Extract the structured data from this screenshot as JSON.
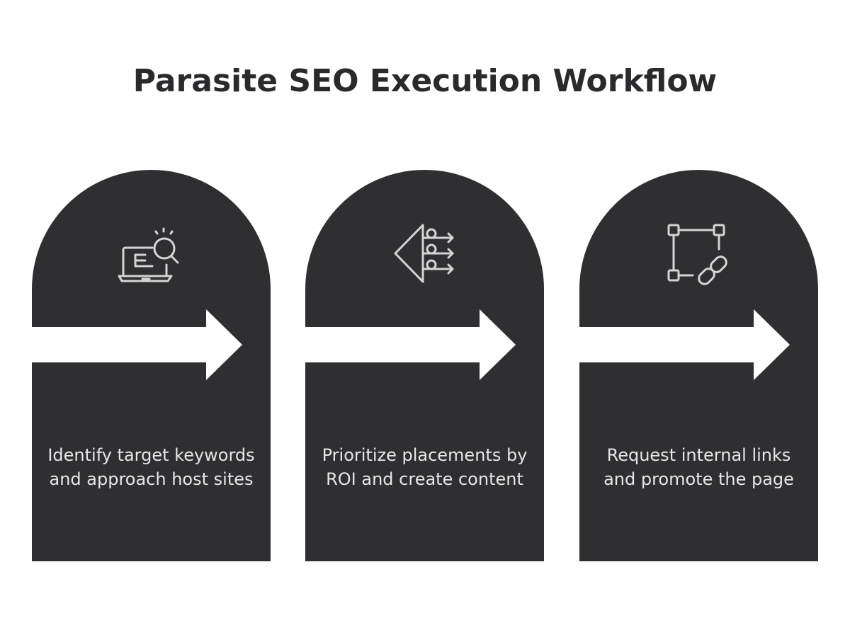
{
  "title": "Parasite SEO Execution Workflow",
  "steps": [
    {
      "icon": "laptop-search-icon",
      "text": "Identify target keywords and approach host sites"
    },
    {
      "icon": "prioritize-arrows-icon",
      "text": "Prioritize placements by ROI and create content"
    },
    {
      "icon": "network-link-icon",
      "text": "Request internal links and promote the page"
    }
  ],
  "colors": {
    "card": "#2f2f31",
    "title": "#2a2a2c",
    "icon_stroke": "#d4d4d4",
    "arrow": "#ffffff"
  }
}
